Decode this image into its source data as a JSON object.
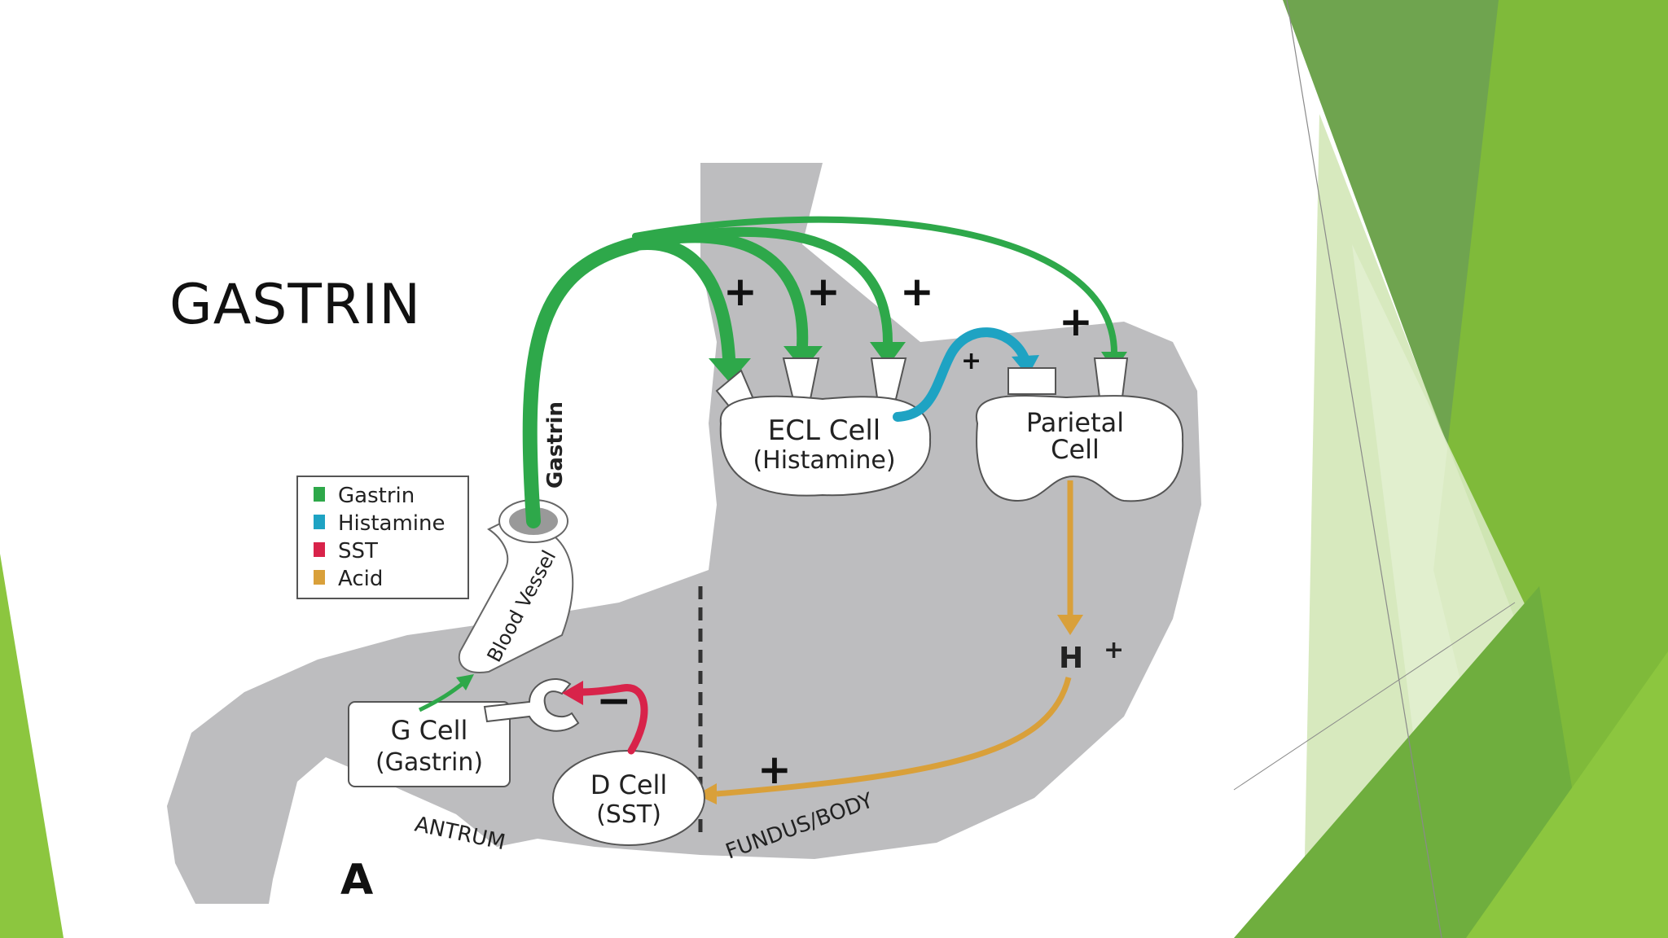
{
  "slide": {
    "title": "GASTRIN"
  },
  "legend": {
    "items": [
      {
        "label": "Gastrin",
        "color": "#2ea84a"
      },
      {
        "label": "Histamine",
        "color": "#1ea3c3"
      },
      {
        "label": "SST",
        "color": "#d8234a"
      },
      {
        "label": "Acid",
        "color": "#d9a03a"
      }
    ]
  },
  "diagram": {
    "ecl_cell": {
      "line1": "ECL Cell",
      "line2": "(Histamine)"
    },
    "parietal_cell": {
      "line1": "Parietal",
      "line2": "Cell"
    },
    "g_cell": {
      "line1": "G Cell",
      "line2": "(Gastrin)"
    },
    "d_cell": {
      "line1": "D Cell",
      "line2": "(SST)"
    },
    "blood_vessel_label": "Blood Vessel",
    "gastrin_label": "Gastrin",
    "acid_label": "H",
    "acid_superscript": "+",
    "antrum_label": "ANTRUM",
    "fundus_label": "FUNDUS/BODY",
    "panel_label": "A",
    "plus_sign": "+",
    "minus_sign": "−"
  },
  "colors": {
    "gastrin": "#2ea84a",
    "histamine": "#1ea3c3",
    "sst": "#d8234a",
    "acid": "#d9a03a",
    "stomach": "#bdbdbf",
    "accent_green_dark": "#5f9a3c",
    "accent_green_light": "#8cc63f"
  }
}
